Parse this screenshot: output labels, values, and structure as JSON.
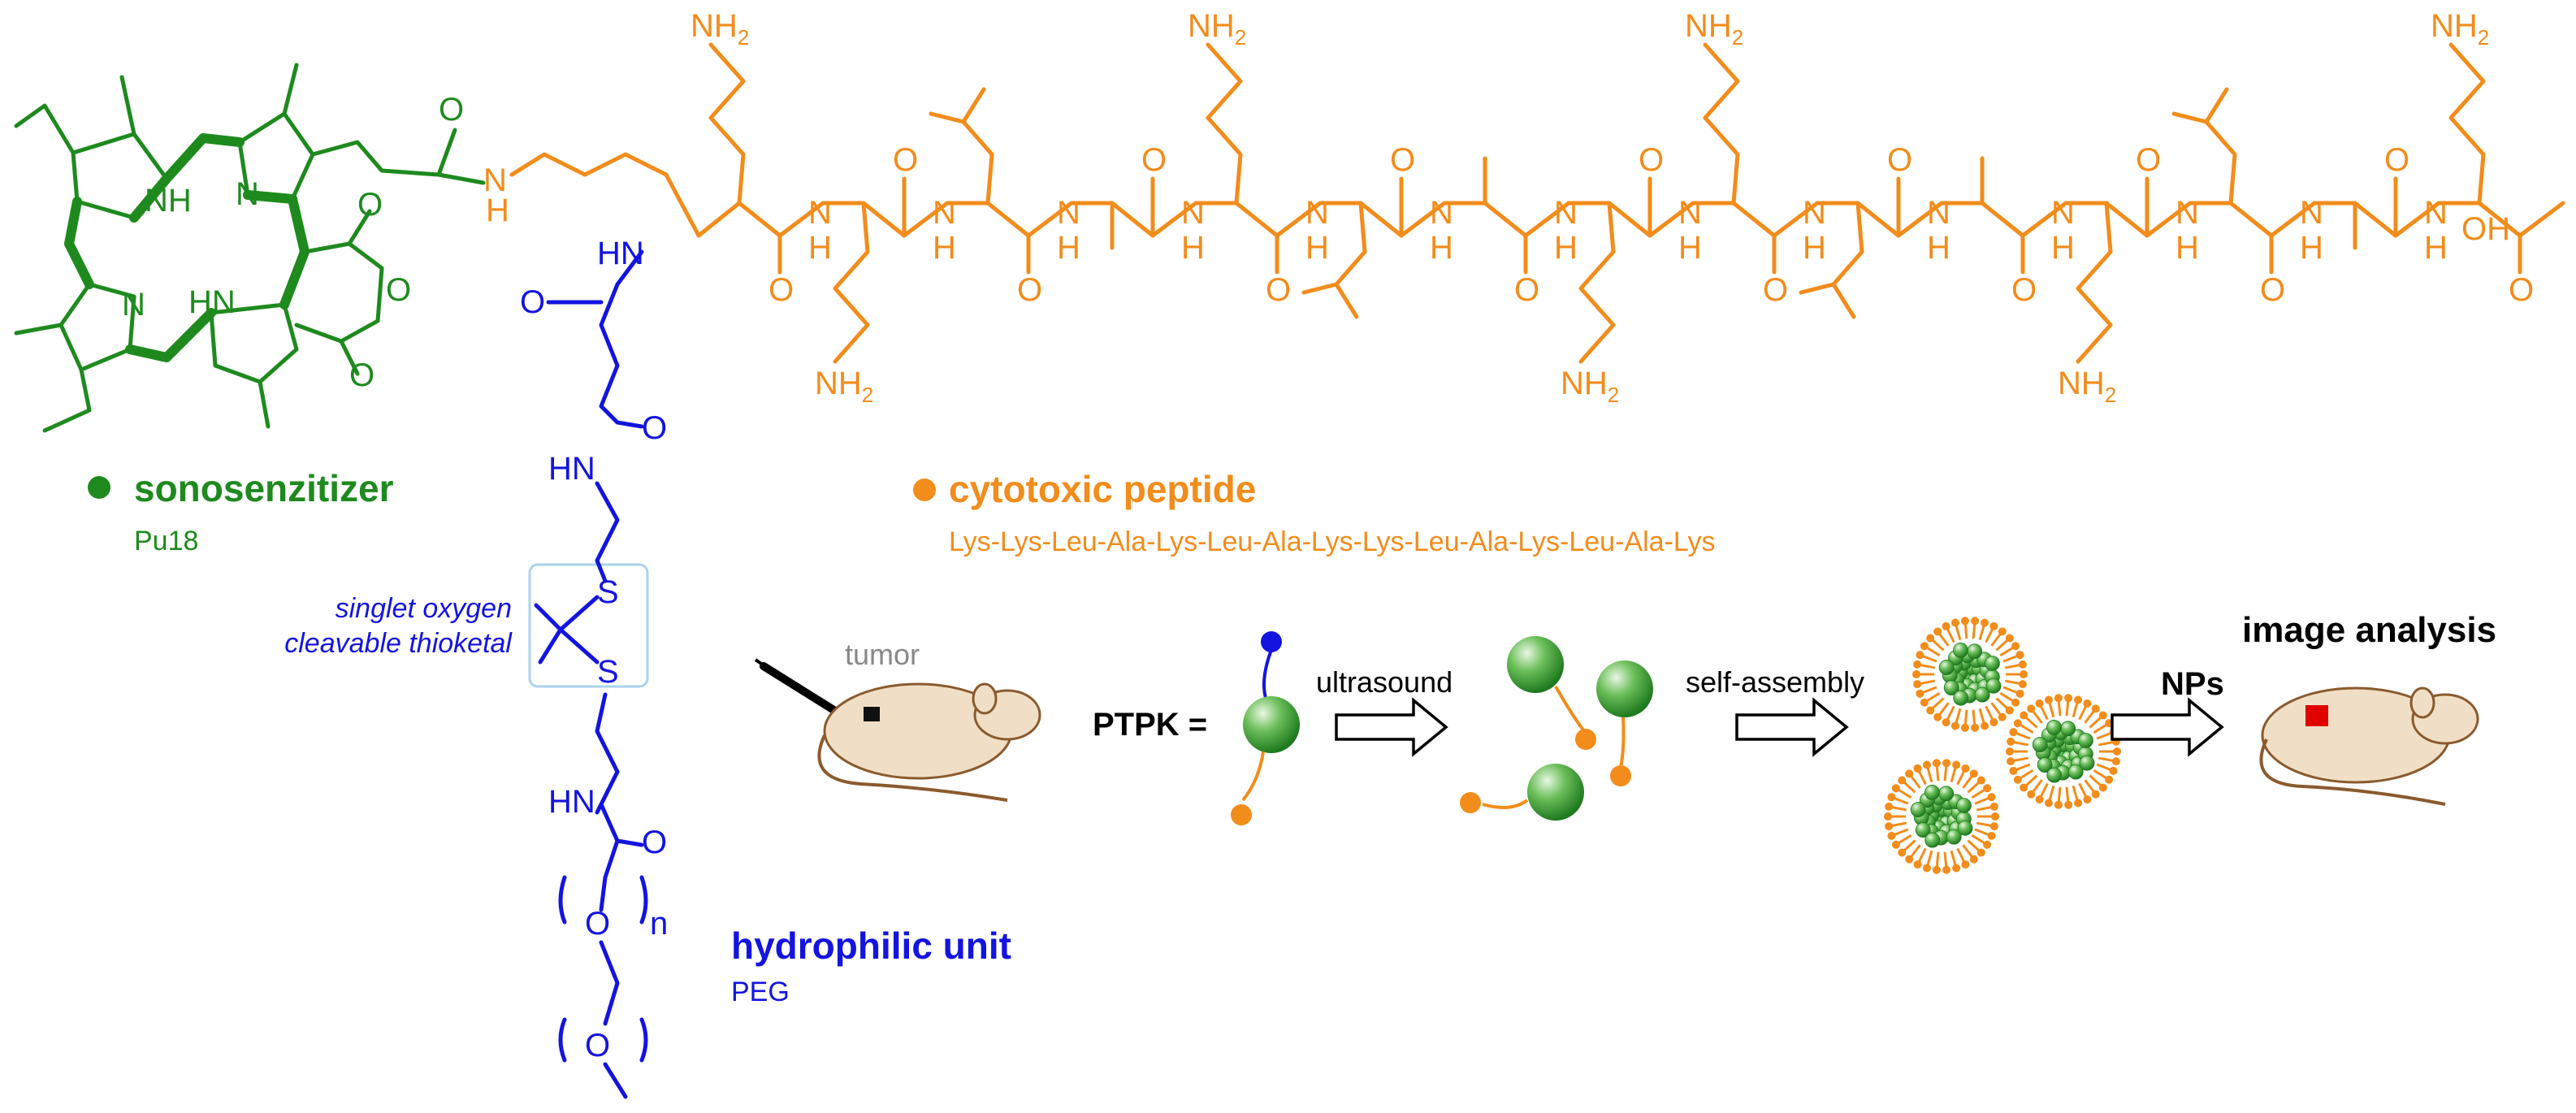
{
  "colors": {
    "sonosensitizer": "#1e8a1e",
    "peptide": "#f28c1b",
    "peg": "#1414e0",
    "linker_box": "#a9d3ef",
    "mouse_fill": "#f0dfc6",
    "mouse_outline": "#8a5a2e",
    "tumor_mark": "#e00000"
  },
  "labels": {
    "sonosensitizer_title": "sonosenzitizer",
    "sonosensitizer_sub": "Pu18",
    "peptide_title": "cytotoxic peptide",
    "peptide_sequence": "Lys-Lys-Leu-Ala-Lys-Leu-Ala-Lys-Lys-Leu-Ala-Lys-Leu-Ala-Lys",
    "linker_line1": "singlet oxygen",
    "linker_line2": "cleavable thioketal",
    "hydrophilic_title": "hydrophilic unit",
    "hydrophilic_sub": "PEG",
    "tumor": "tumor",
    "ptpk": "PTPK =",
    "ultrasound": "ultrasound",
    "self_assembly": "self-assembly",
    "nps": "NPs",
    "image_analysis": "image analysis"
  },
  "atoms": {
    "nh": "NH",
    "hn": "HN",
    "n": "N",
    "o": "O",
    "s": "S",
    "n_amide": "N",
    "h": "H",
    "nh2_main": "NH",
    "nh2_sub": "2",
    "oh": "OH",
    "n_repeat": "n"
  },
  "residues": [
    "Lys",
    "Lys",
    "Leu",
    "Ala",
    "Lys",
    "Leu",
    "Ala",
    "Lys",
    "Lys",
    "Leu",
    "Ala",
    "Lys",
    "Leu",
    "Ala",
    "Lys"
  ]
}
